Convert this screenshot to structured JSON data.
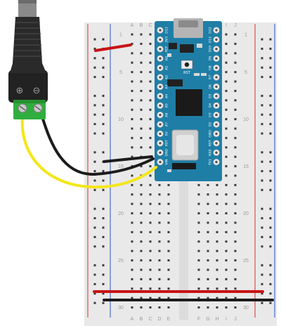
{
  "breadboard": {
    "columns_left": [
      "A",
      "B",
      "C",
      "D",
      "E"
    ],
    "columns_right": [
      "F",
      "G",
      "H",
      "I",
      "J"
    ],
    "row_numbers": [
      "1",
      "5",
      "10",
      "15",
      "20",
      "25",
      "30"
    ]
  },
  "arduino": {
    "reset_label": "RST",
    "left_pins": [
      "D13",
      "3V3",
      "REF",
      "A0",
      "A1",
      "A2",
      "A3",
      "A4",
      "A5",
      "A6",
      "A7",
      "5V",
      "RST",
      "GND",
      "VIN"
    ],
    "right_pins": [
      "D12",
      "D11",
      "D10",
      "D9",
      "D8",
      "D7",
      "D6",
      "D5",
      "D4",
      "D3",
      "D2",
      "GND",
      "RST",
      "RX0",
      "TX1"
    ]
  },
  "jack": {
    "plus_symbol": "⊕",
    "minus_symbol": "⊖"
  },
  "colors": {
    "breadboard": "#e8e8e8",
    "rail_red": "#d8302e",
    "rail_blue": "#2b52c8",
    "arduino_board": "#1f7ea6",
    "terminal_green": "#2fae3f",
    "wire_yellow": "#f4e61a",
    "wire_black": "#1c1c1c",
    "wire_red": "#c81414"
  }
}
